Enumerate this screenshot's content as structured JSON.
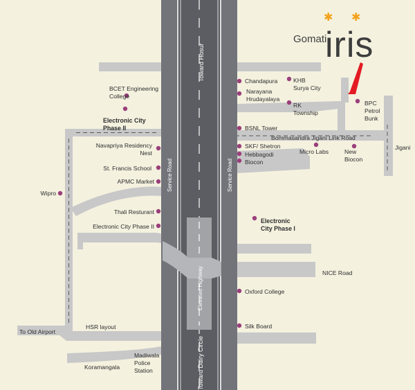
{
  "brand": {
    "prefix": "Gomati",
    "name": "iris",
    "accent_color": "#f2a21b",
    "text_color": "#3d3d3d"
  },
  "colors": {
    "background": "#f4f1df",
    "road": "#c8c8c8",
    "highway": "#5c5d62",
    "service_road": "#6d6e73",
    "marker": "#9a3f7a",
    "pointer": "#e31b23"
  },
  "highway": {
    "north_label": "Toward Hosur",
    "south_label": "Toward Dairy Circle",
    "elevated_label": "Elevated Highway",
    "service_road_left": "Service Road",
    "service_road_right": "Service Road"
  },
  "roads": {
    "link_road": "Bommasandra Jigani Link Road",
    "nice_road": "NICE Road",
    "hsr_layout": "HSR layout",
    "to_old_airport": "To Old Airport"
  },
  "landmarks": [
    {
      "name": "Chandapura"
    },
    {
      "name": "KHB\nSurya City"
    },
    {
      "name": "Narayana\nHrudayalaya"
    },
    {
      "name": "RK\nTownship"
    },
    {
      "name": "BPC\nPetrol\nBunk"
    },
    {
      "name": "BSNL Tower"
    },
    {
      "name": "SKF/ Shetron"
    },
    {
      "name": "Hebbagodi"
    },
    {
      "name": "Biocon"
    },
    {
      "name": "Micro Labs"
    },
    {
      "name": "New\nBiocon"
    },
    {
      "name": "Jigani"
    },
    {
      "name": "BCET Engineering\nCollege"
    },
    {
      "name": "Electronic City\nPhase II"
    },
    {
      "name": "Navapriya Residency\nNest"
    },
    {
      "name": "St. Francis School"
    },
    {
      "name": "APMC Market"
    },
    {
      "name": "Wipro"
    },
    {
      "name": "Thali Resturant"
    },
    {
      "name": "Electronic City Phase II"
    },
    {
      "name": "Electronic\nCity Phase I"
    },
    {
      "name": "Oxford College"
    },
    {
      "name": "Silk Board"
    },
    {
      "name": "Koramangala"
    },
    {
      "name": "Madiwala\nPolice\nStation"
    }
  ]
}
